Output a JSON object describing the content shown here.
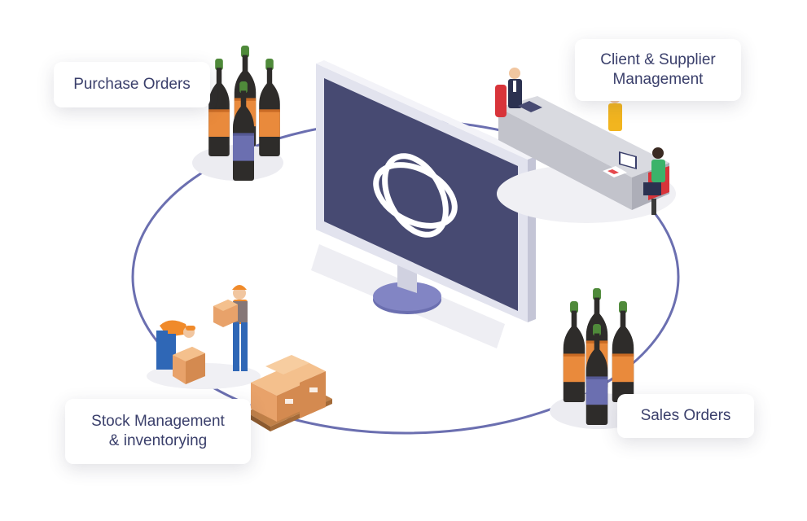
{
  "labels": {
    "purchase_orders": "Purchase Orders",
    "client_supplier_line1": "Client & Supplier",
    "client_supplier_line2": "Management",
    "sales_orders": "Sales Orders",
    "stock_line1": "Stock Management",
    "stock_line2": "& inventorying"
  },
  "colors": {
    "ring": "#6b6fb0",
    "monitor_screen": "#474a72",
    "monitor_frame": "#d9dae6",
    "bottle_glass": "#2e2c2a",
    "bottle_cap": "#4f8a3a",
    "label_orange": "#e98a3c",
    "label_purple": "#6b6fb0",
    "box": "#e8a26a",
    "worker_orange": "#f08a2a",
    "worker_blue": "#2f67b6",
    "desk": "#cfd0d6",
    "chair": "#d8343a",
    "text": "#3a3f6b"
  },
  "icons": {
    "logo": "orbit-logo-icon",
    "bottles": "wine-bottle-icon",
    "boxes": "cardboard-box-icon",
    "workers": "warehouse-worker-icon",
    "office": "office-desk-icon"
  }
}
